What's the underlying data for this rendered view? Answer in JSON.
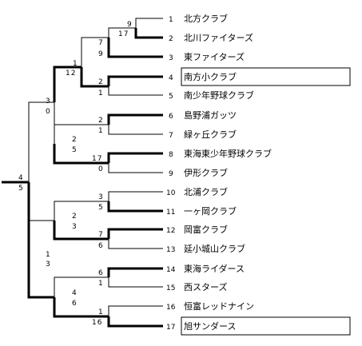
{
  "teams": [
    {
      "num": "1",
      "name": "北方クラブ"
    },
    {
      "num": "2",
      "name": "北川ファイターズ"
    },
    {
      "num": "3",
      "name": "東ファイターズ"
    },
    {
      "num": "4",
      "name": "南方小クラブ"
    },
    {
      "num": "5",
      "name": "南少年野球クラブ"
    },
    {
      "num": "6",
      "name": "島野浦ガッツ"
    },
    {
      "num": "7",
      "name": "緑ヶ丘クラブ"
    },
    {
      "num": "8",
      "name": "東海東少年野球クラブ"
    },
    {
      "num": "9",
      "name": "伊形クラブ"
    },
    {
      "num": "10",
      "name": "北浦クラブ"
    },
    {
      "num": "11",
      "name": "一ヶ岡クラブ"
    },
    {
      "num": "12",
      "name": "岡富クラブ"
    },
    {
      "num": "13",
      "name": "延小城山クラブ"
    },
    {
      "num": "14",
      "name": "東海ライダース"
    },
    {
      "num": "15",
      "name": "西スターズ"
    },
    {
      "num": "16",
      "name": "恒富レッドナイン"
    },
    {
      "num": "17",
      "name": "旭サンダース"
    }
  ],
  "highlighted": [
    "4",
    "17"
  ],
  "matches": [
    {
      "id": "m1",
      "top_score": "9",
      "bottom_score": "17"
    },
    {
      "id": "m2",
      "top_score": "7",
      "bottom_score": "9"
    },
    {
      "id": "m3",
      "top_score": "2",
      "bottom_score": "1"
    },
    {
      "id": "m4",
      "top_score": "1",
      "bottom_score": "12"
    },
    {
      "id": "m5",
      "top_score": "2",
      "bottom_score": "1"
    },
    {
      "id": "m6",
      "top_score": "17",
      "bottom_score": "0"
    },
    {
      "id": "m7",
      "top_score": "2",
      "bottom_score": "5"
    },
    {
      "id": "m8",
      "top_score": "3",
      "bottom_score": "0"
    },
    {
      "id": "m9",
      "top_score": "3",
      "bottom_score": "5"
    },
    {
      "id": "m10",
      "top_score": "7",
      "bottom_score": "6"
    },
    {
      "id": "m11",
      "top_score": "2",
      "bottom_score": "3"
    },
    {
      "id": "m12",
      "top_score": "6",
      "bottom_score": "1"
    },
    {
      "id": "m13",
      "top_score": "1",
      "bottom_score": "16"
    },
    {
      "id": "m14",
      "top_score": "4",
      "bottom_score": "6"
    },
    {
      "id": "m15",
      "top_score": "1",
      "bottom_score": "3"
    },
    {
      "id": "m16",
      "top_score": "4",
      "bottom_score": "5"
    }
  ]
}
